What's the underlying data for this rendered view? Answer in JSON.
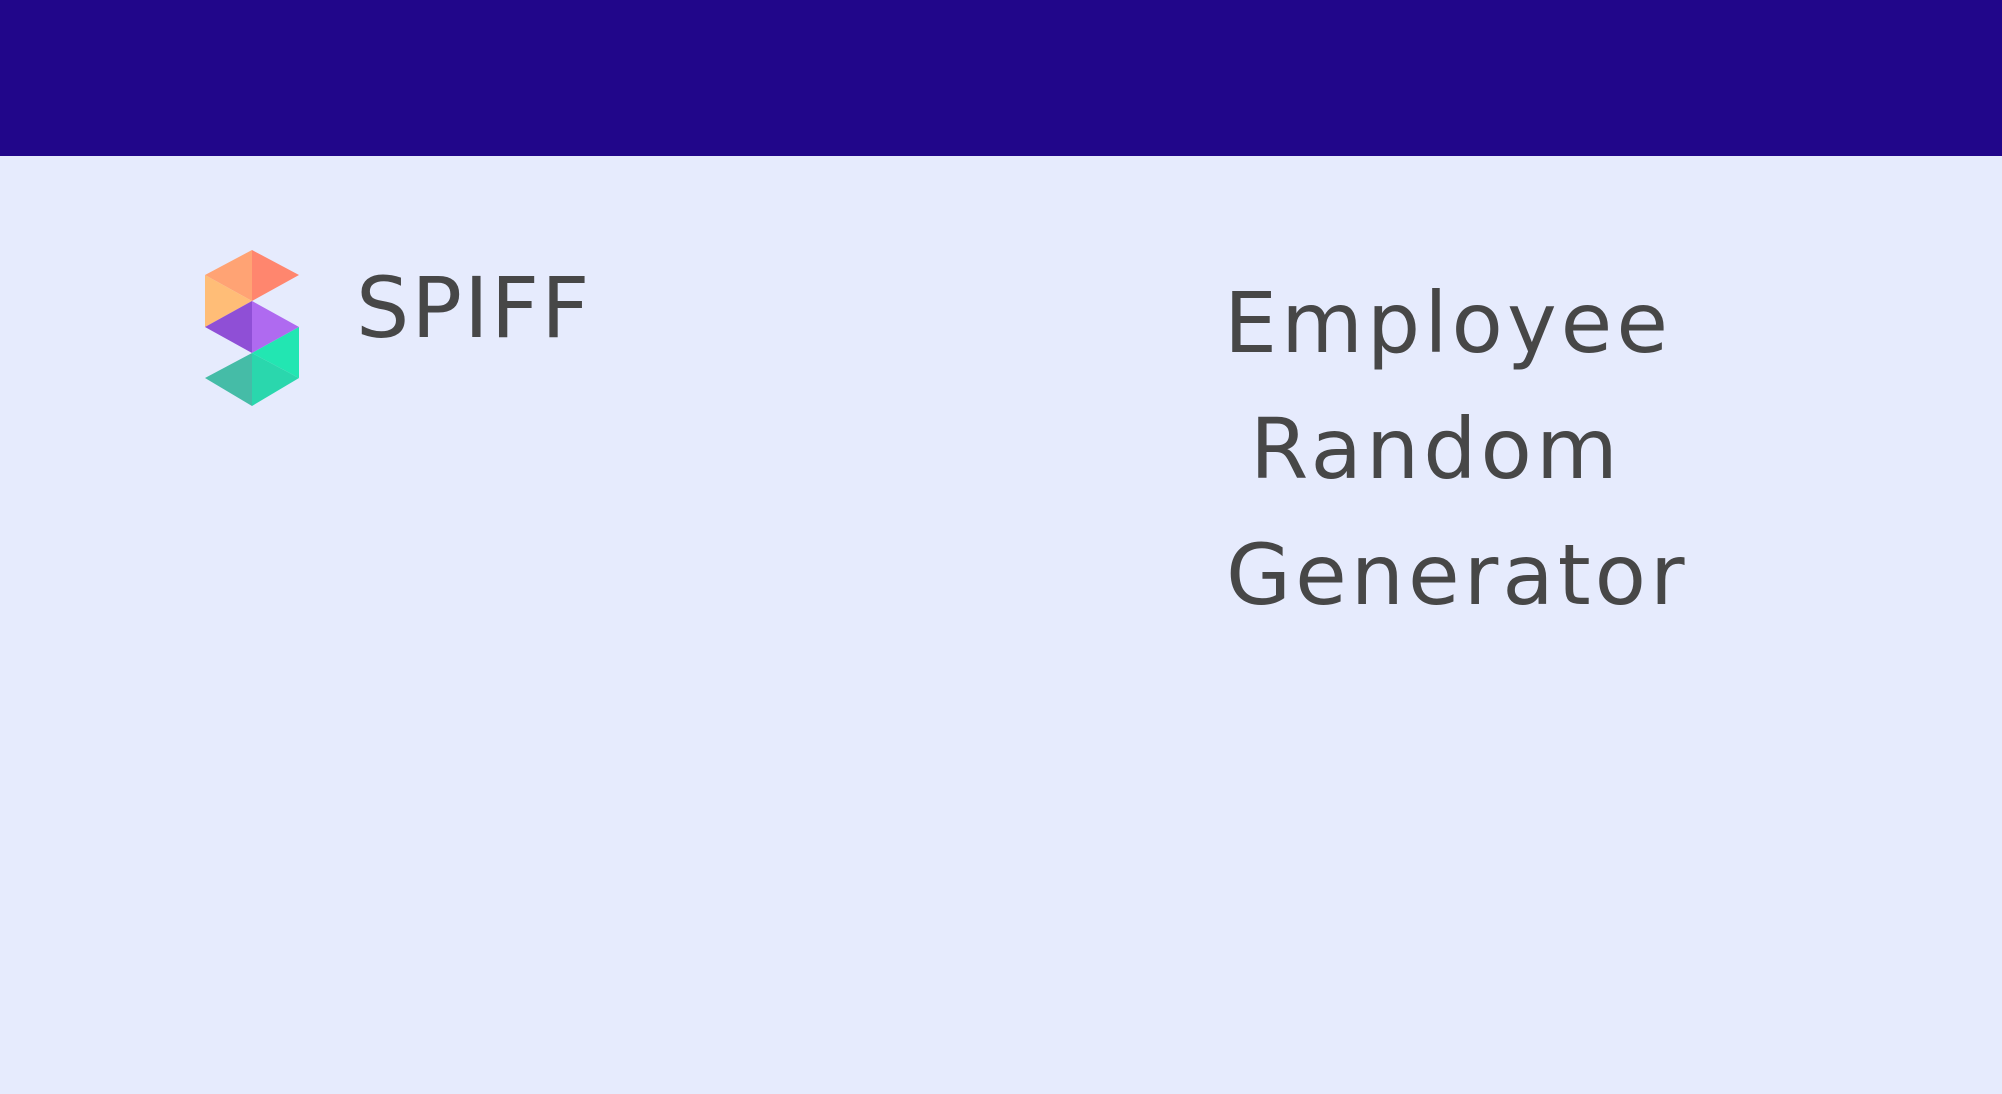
{
  "colors": {
    "topbar": "#21068a",
    "background": "#e6ebfd",
    "text": "#474747"
  },
  "brand": {
    "icon": "spiff-logo-icon",
    "name": "SPIFF"
  },
  "headline": {
    "lines": [
      "Employee",
      "Random",
      "Generator"
    ]
  }
}
